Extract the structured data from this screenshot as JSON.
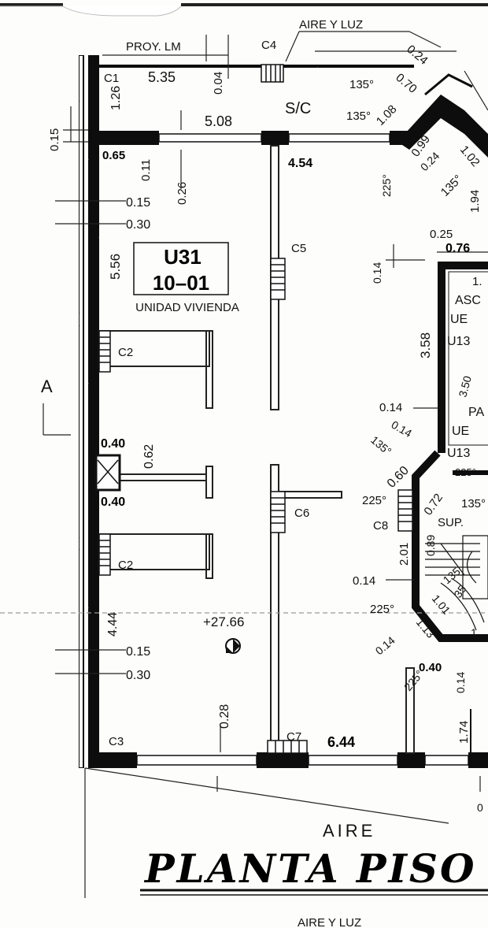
{
  "title": "PLANTA PISO",
  "unit": {
    "code": "U31",
    "floor": "10–01",
    "type": "UNIDAD VIVIENDA"
  },
  "labels": {
    "aire_y_luz_top": "AIRE   Y   LUZ",
    "proy_lm": "PROY. LM",
    "sc": "S/C",
    "aire": "AIRE",
    "aire_y_luz_bottom": "AIRE   Y   LUZ",
    "section_a": "A",
    "level": "+27.66",
    "asc": "ASC",
    "ue_1": "UE",
    "ue_2": "UE",
    "u13_1": "U13",
    "u13_2": "U13",
    "pa": "PA",
    "sup": "SUP.",
    "one": "1."
  },
  "columns": {
    "c1": "C1",
    "c2a": "C2",
    "c2b": "C2",
    "c3": "C3",
    "c4": "C4",
    "c5": "C5",
    "c6": "C6",
    "c7": "C7",
    "c8": "C8"
  },
  "dimensions": {
    "d535": "5.35",
    "d004": "0.04",
    "d126": "1.26",
    "d508": "5.08",
    "d065": "0.65",
    "d011": "0.11",
    "d026": "0.26",
    "d454": "4.54",
    "d015a": "0.15",
    "d030a": "0.30",
    "d556": "5.56",
    "d015top": "0.15",
    "d040a": "0.40",
    "d062": "0.62",
    "d040b": "0.40",
    "d444": "4.44",
    "d015b": "0.15",
    "d030b": "0.30",
    "d028": "0.28",
    "d644": "6.44",
    "d024top": "0.24",
    "d070": "0.70",
    "d108": "1.08",
    "a135a": "135°",
    "a135b": "135°",
    "d099": "0.99",
    "d024b": "0.24",
    "d102": "1.02",
    "a135c": "135°",
    "d194": "1.94",
    "a225a": "225°",
    "d025": "0.25",
    "d076": "0.76",
    "d014a": "0.14",
    "d358": "3.58",
    "d350": "3.50",
    "d014b": "0.14",
    "d014c": "0.14",
    "a135d": "135°",
    "d060": "0.60",
    "a225b": "225°",
    "d072": "0.72",
    "a135e": "135°",
    "a225c": "225°",
    "d201": "2.01",
    "d089": "0.89",
    "d014d": "0.14",
    "a225d": "225°",
    "d101": "1.01",
    "d113": "1.13",
    "d014e": "0.14",
    "d040c": "0.40",
    "a225e": "225°",
    "d014f": "0.14",
    "d174": "1.74",
    "d0": "0",
    "d1": "1",
    "a135f": "135",
    "d35": "35"
  }
}
